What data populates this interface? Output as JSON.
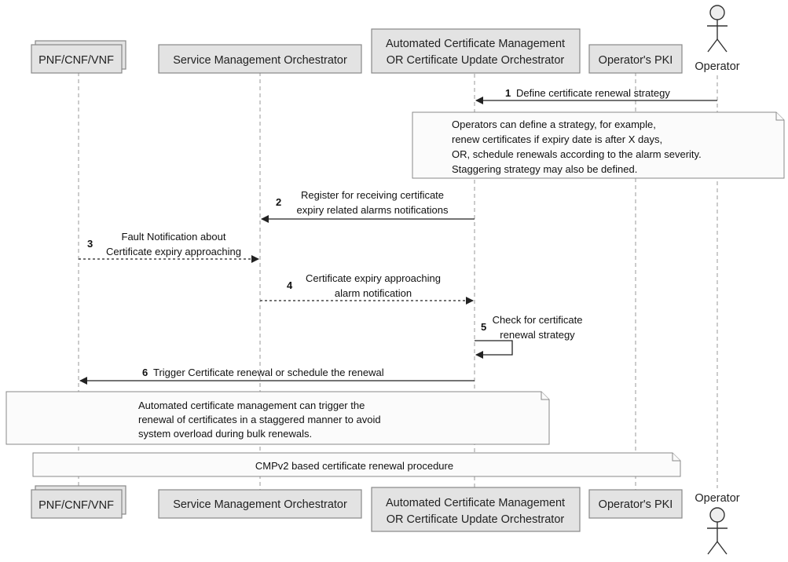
{
  "participants": {
    "pnf": {
      "label": "PNF/CNF/VNF"
    },
    "smo": {
      "label": "Service Management Orchestrator"
    },
    "acm": {
      "line1": "Automated Certificate Management",
      "line2": "OR Certificate Update Orchestrator"
    },
    "pki": {
      "label": "Operator's PKI"
    },
    "operator": {
      "label": "Operator"
    }
  },
  "messages": [
    {
      "num": "1",
      "lines": [
        "Define certificate renewal strategy"
      ],
      "style": "solid"
    },
    {
      "num": "2",
      "lines": [
        "Register for receiving certificate",
        "expiry related alarms notifications"
      ],
      "style": "solid"
    },
    {
      "num": "3",
      "lines": [
        "Fault Notification about",
        "Certificate expiry approaching"
      ],
      "style": "dashed"
    },
    {
      "num": "4",
      "lines": [
        "Certificate expiry approaching",
        "alarm notification"
      ],
      "style": "dashed"
    },
    {
      "num": "5",
      "lines": [
        "Check for certificate",
        "renewal strategy"
      ],
      "style": "solid"
    },
    {
      "num": "6",
      "lines": [
        "Trigger Certificate renewal or schedule the renewal"
      ],
      "style": "solid"
    }
  ],
  "notes": [
    {
      "lines": [
        "Operators can define a strategy, for example,",
        "renew certificates if expiry date is after X days,",
        "OR, schedule renewals according to the alarm severity.",
        "Staggering strategy may also be defined."
      ]
    },
    {
      "lines": [
        "Automated certificate management can trigger the",
        "renewal of certificates in a staggered manner to avoid",
        "system overload during bulk renewals."
      ]
    },
    {
      "lines": [
        "CMPv2 based certificate renewal procedure"
      ]
    }
  ]
}
